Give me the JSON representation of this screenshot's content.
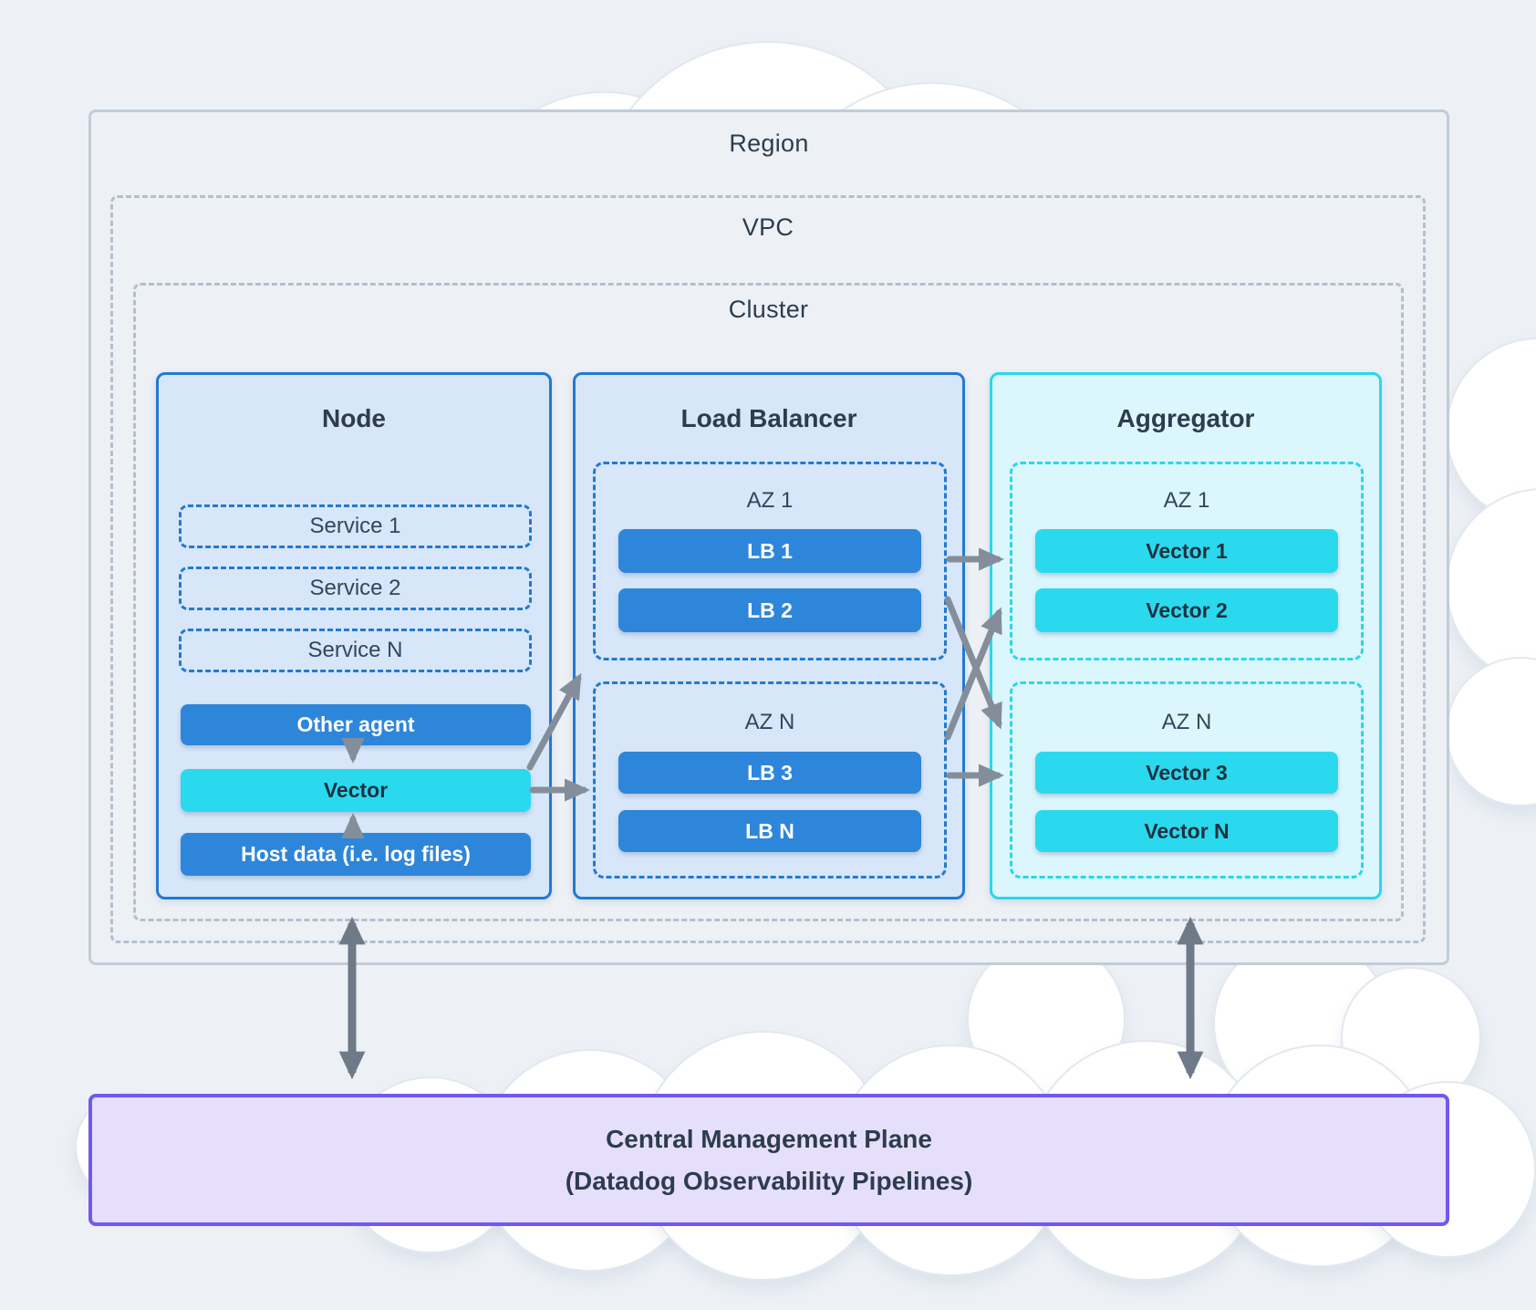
{
  "region": {
    "label": "Region"
  },
  "vpc": {
    "label": "VPC"
  },
  "cluster": {
    "label": "Cluster"
  },
  "node": {
    "title": "Node",
    "services": [
      "Service 1",
      "Service 2",
      "Service N"
    ],
    "other_agent": "Other agent",
    "vector": "Vector",
    "host_data": "Host data (i.e. log files)"
  },
  "load_balancer": {
    "title": "Load Balancer",
    "zones": [
      {
        "label": "AZ 1",
        "items": [
          "LB 1",
          "LB 2"
        ]
      },
      {
        "label": "AZ N",
        "items": [
          "LB 3",
          "LB N"
        ]
      }
    ]
  },
  "aggregator": {
    "title": "Aggregator",
    "zones": [
      {
        "label": "AZ 1",
        "items": [
          "Vector 1",
          "Vector 2"
        ]
      },
      {
        "label": "AZ N",
        "items": [
          "Vector 3",
          "Vector N"
        ]
      }
    ]
  },
  "management_plane": {
    "line1": "Central Management Plane",
    "line2": "(Datadog Observability Pipelines)"
  },
  "colors": {
    "background": "#edf1f6",
    "cloud": "#ffffff",
    "region_border": "#c2ccd9",
    "dashed_gray": "#b3bfce",
    "text_dark": "#2d3c4e",
    "blue_border": "#2379d2",
    "blue_fill": "#d7e6f8",
    "blue_bar": "#2e86da",
    "cyan_border": "#28d7ee",
    "cyan_fill": "#dbf6fc",
    "cyan_bar": "#2bd9ee",
    "purple_border": "#7457f0",
    "purple_fill": "#e6dffb",
    "arrow": "#848e9a",
    "arrow_dark": "#6e7a88"
  }
}
